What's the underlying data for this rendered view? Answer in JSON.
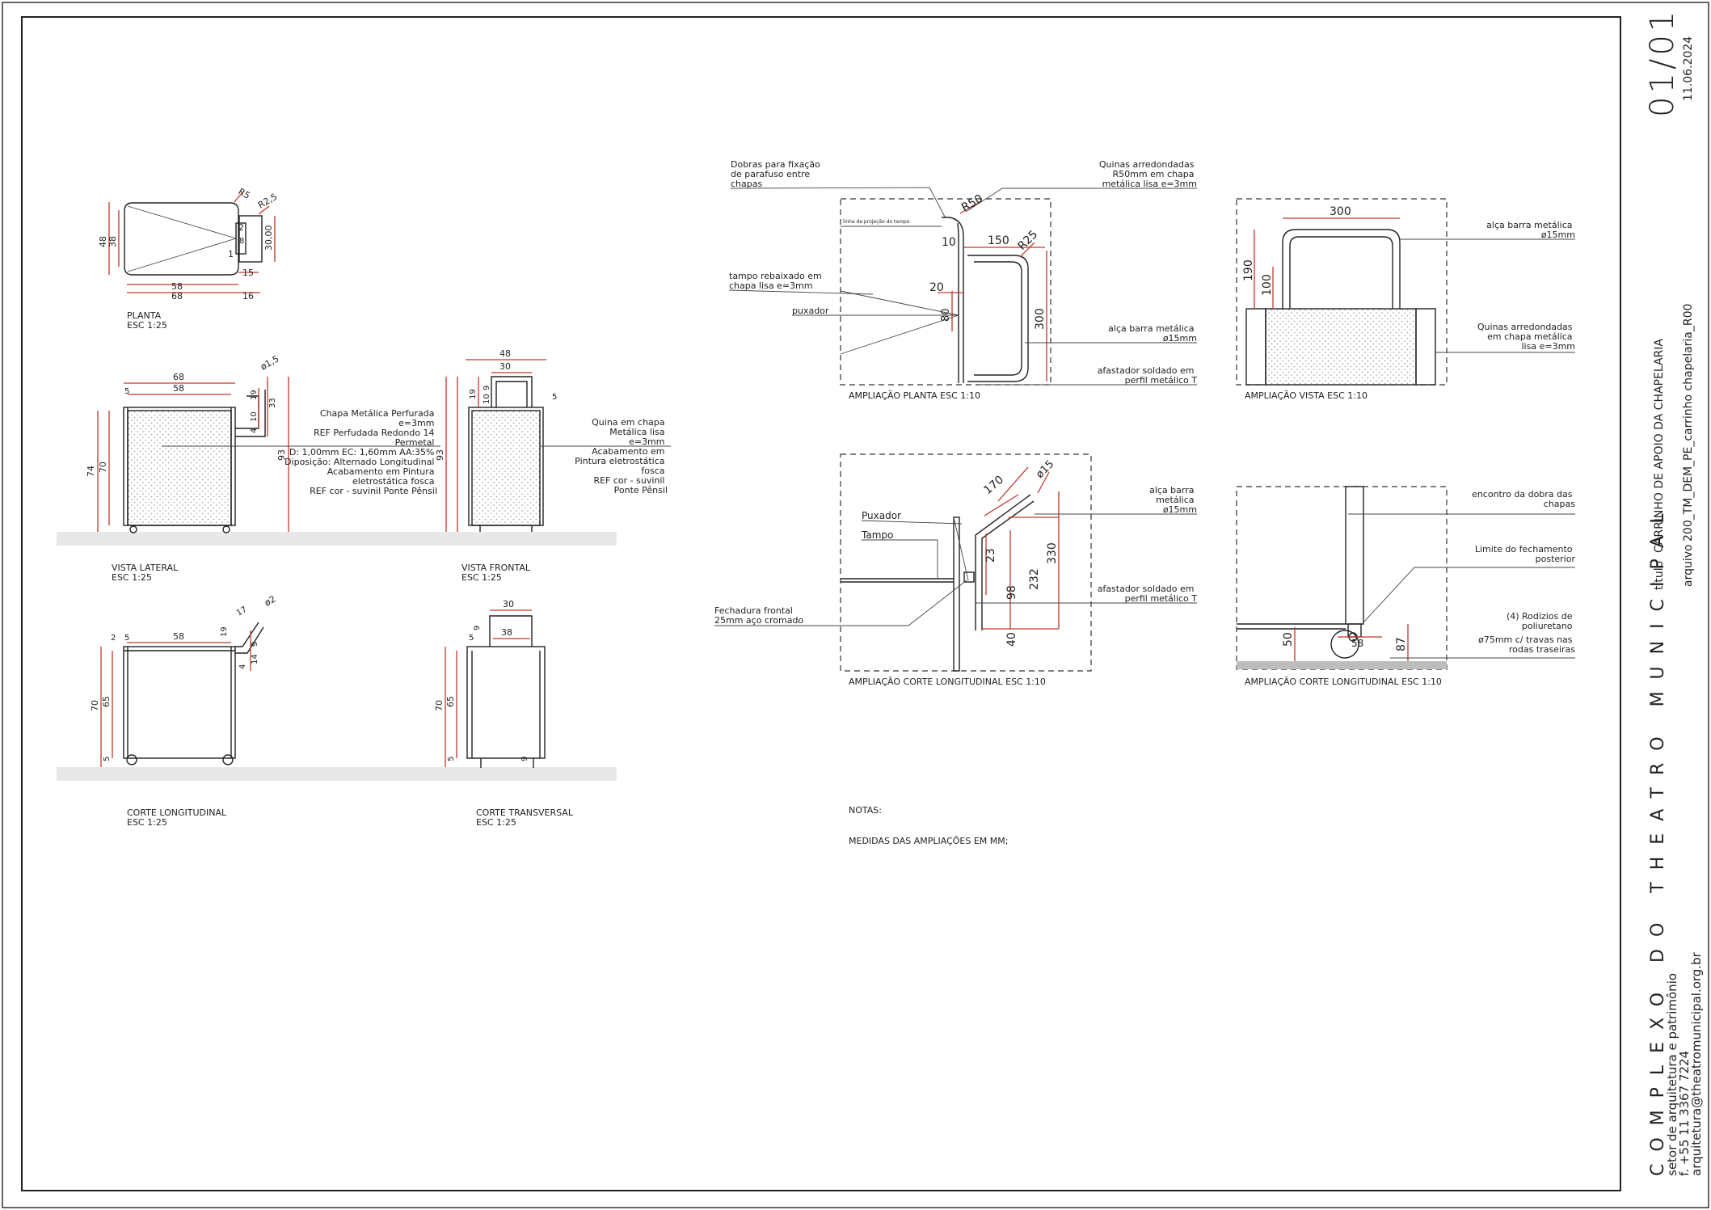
{
  "plan": {
    "title": "PLANTA",
    "scale": "ESC 1:25",
    "d_r5": "R5",
    "d_r25": "R2,5",
    "d_48": "48",
    "d_38": "38",
    "d_2": "2",
    "d_8": "8",
    "d_1": "1",
    "d_30": "30,00",
    "d_15": "15",
    "d_58": "58",
    "d_68": "68",
    "d_16": "16"
  },
  "lateral": {
    "title": "VISTA LATERAL",
    "scale": "ESC 1:25",
    "d_68": "68",
    "d_58": "58",
    "d_5": "5",
    "d_phi": "ø1,5",
    "d_19": "19",
    "d_33": "33",
    "d_10": "10",
    "d_4": "4",
    "d_74": "74",
    "d_70": "70",
    "d_93": "93",
    "note": [
      "Chapa Metálica Perfurada",
      "e=3mm",
      "REF Perfudada Redondo 14",
      "Permetal",
      "D: 1,00mm EC: 1,60mm AA:35%",
      "Diposição: Alternado Longitudinal",
      "Acabamento em Pintura",
      "eletrostática fosca",
      "REF cor - suvinil Ponte Pênsil"
    ]
  },
  "frontal": {
    "title": "VISTA FRONTAL",
    "scale": "ESC 1:25",
    "d_48": "48",
    "d_30": "30",
    "d_19": "19",
    "d_10": "10",
    "d_9": "9",
    "d_93": "93",
    "d_5": "5",
    "note": [
      "Quina em chapa",
      "Metálica lisa",
      "e=3mm",
      "Acabamento em",
      "Pintura eletrostática",
      "fosca",
      "REF cor - suvinil",
      "Ponte Pênsil"
    ]
  },
  "corte_long": {
    "title": "CORTE LONGITUDINAL",
    "scale": "ESC 1:25",
    "d_2": "2",
    "d_5": "5",
    "d_58": "58",
    "d_19": "19",
    "d_17": "17",
    "d_phi": "ø2",
    "d_9": "9",
    "d_14": "14",
    "d_4": "4",
    "d_70": "70",
    "d_65": "65",
    "d_5b": "5"
  },
  "corte_trans": {
    "title": "CORTE TRANSVERSAL",
    "scale": "ESC 1:25",
    "d_30": "30",
    "d_38": "38",
    "d_9": "9",
    "d_5": "5",
    "d_70": "70",
    "d_65": "65",
    "d_5b": "5",
    "d_9b": "9"
  },
  "amp_planta": {
    "title": "AMPLIAÇÃO PLANTA ESC 1:10",
    "d_r50": "R50",
    "d_10": "10",
    "d_150": "150",
    "d_r25": "R25",
    "d_20": "20",
    "d_80": "80",
    "d_300": "300",
    "inner": "linha de projeção do tampo",
    "n1": [
      "Dobras para fixação",
      "de parafuso entre",
      "chapas"
    ],
    "n2": [
      "Quinas arredondadas",
      "R50mm em chapa",
      "metálica lisa e=3mm"
    ],
    "n3": [
      "tampo rebaixado em",
      "chapa lisa e=3mm"
    ],
    "n4": "puxador",
    "n5": [
      "alça barra metálica",
      "ø15mm"
    ],
    "n6": [
      "afastador soldado em",
      "perfil metálico T"
    ]
  },
  "amp_vista": {
    "title": "AMPLIAÇÃO VISTA ESC 1:10",
    "d_300": "300",
    "d_190": "190",
    "d_100": "100",
    "n1": [
      "alça barra metálica",
      "ø15mm"
    ],
    "n2": [
      "Quinas arredondadas",
      "em chapa metálica",
      "lisa e=3mm"
    ]
  },
  "amp_corte1": {
    "title": "AMPLIAÇÃO CORTE LONGITUDINAL ESC 1:10",
    "d_170": "170",
    "d_15": "ø15",
    "d_330": "330",
    "d_23": "23",
    "d_232": "232",
    "d_98": "98",
    "d_40": "40",
    "l_puxador": "Puxador",
    "l_tampo": "Tampo",
    "n1": [
      "alça barra",
      "metálica",
      "ø15mm"
    ],
    "n2": [
      "afastador soldado em",
      "perfil metálico T"
    ],
    "n3": [
      "Fechadura frontal",
      "25mm aço cromado"
    ]
  },
  "amp_corte2": {
    "title": "AMPLIAÇÃO CORTE LONGITUDINAL ESC 1:10",
    "d_50": "50",
    "d_58": "58",
    "d_87": "87",
    "n1": [
      "encontro da dobra das",
      "chapas"
    ],
    "n2": [
      "Limite do fechamento",
      "posterior"
    ],
    "n3": [
      "(4) Rodízios de",
      "poliuretano",
      "ø75mm c/ travas nas",
      "rodas traseiras"
    ]
  },
  "notes": {
    "title": "NOTAS:",
    "line": "MEDIDAS DAS AMPLIAÇÕES EM MM;"
  },
  "titleblock": {
    "sheet": "01/01",
    "date": "11.06.2024",
    "titulo_label": "título",
    "titulo": "CARRINHO DE APOIO DA CHAPELARIA",
    "arquivo_label": "arquivo",
    "arquivo": "200_TM_DEM_PE_carrinho chapelaria_R00",
    "org": "COMPLEXO DO THEATRO MUNICIPAL",
    "setor": "setor de arquitetura e patrimônio",
    "fone": "f. +55 11 3367 7224",
    "email": "arquitetura@theatromunicipal.org.br"
  }
}
